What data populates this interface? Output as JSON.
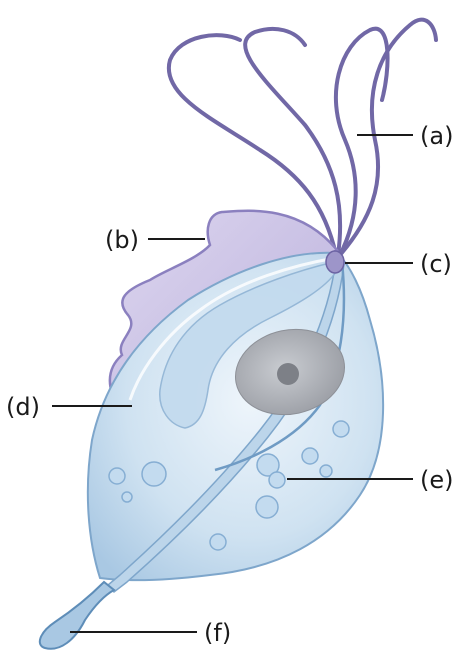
{
  "labels": {
    "a": "(a)",
    "b": "(b)",
    "c": "(c)",
    "d": "(d)",
    "e": "(e)",
    "f": "(f)"
  },
  "colors": {
    "flagella": "#7168a6",
    "membrane": "#8b80bf",
    "membrane_fill": "#c9c0e3",
    "cell_fill": "#cfe2f1",
    "cell_edge": "#7ea6cb",
    "nucleus": "#a9acb2",
    "nucleolus": "#7d8087",
    "vacuole": "#c3dbef"
  }
}
